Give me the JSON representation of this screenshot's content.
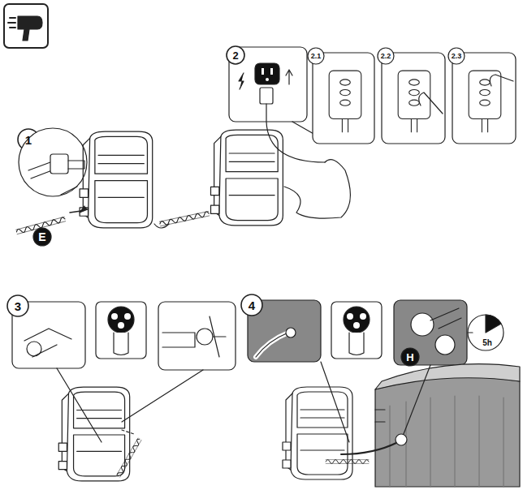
{
  "diagram": {
    "labels": [
      "1",
      "2",
      "2.1",
      "2.2",
      "2.3",
      "3",
      "4",
      "E",
      "H",
      "5h"
    ]
  }
}
